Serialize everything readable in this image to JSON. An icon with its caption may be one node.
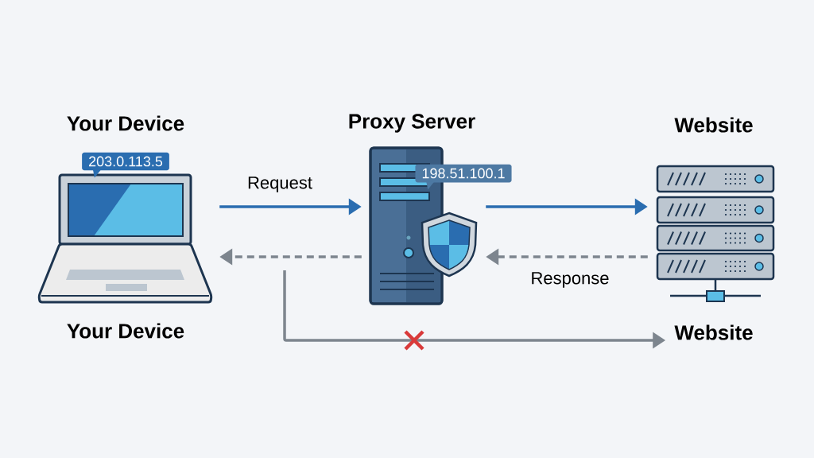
{
  "diagram": {
    "nodes": [
      {
        "text": [
          "Your Device",
          "203.0.113.5"
        ]
      },
      {
        "text": [
          "Proxy Server",
          "198.51.100.1"
        ]
      },
      {
        "text": [
          "Website"
        ]
      },
      {
        "text": [
          "Website"
        ]
      }
    ],
    "edges": [
      {
        "from": 0,
        "to": 1,
        "arrow": "to",
        "label": "Request",
        "color": "#2a6db0"
      },
      {
        "from": 1,
        "to": 2,
        "arrow": "to",
        "color": "#2a6db0"
      },
      {
        "from": 2,
        "to": 1,
        "arrow": "to",
        "label": "Response",
        "style": "dashed"
      },
      {
        "from": 1,
        "to": 0,
        "arrow": "to",
        "style": "dashed"
      },
      {
        "from": null,
        "to": 3,
        "arrow": "to"
      }
    ],
    "labels": [
      "Your Device"
    ]
  }
}
